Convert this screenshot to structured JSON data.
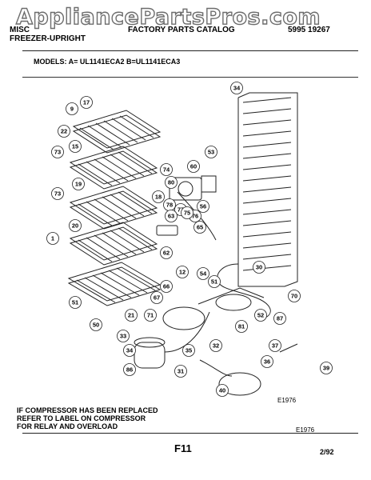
{
  "watermark": "AppliancePartsPros.com",
  "header": {
    "left_line1": "MISC",
    "left_line2": "FREEZER-UPRIGHT",
    "center": "FACTORY PARTS CATALOG",
    "right": "5995 19267"
  },
  "models_line": "MODELS:  A= UL1141ECA2    B=UL1141ECA3",
  "figure_code": "E1976",
  "figure_code_bottom": "E1976",
  "note_lines": [
    "IF COMPRESSOR HAS BEEN REPLACED",
    "REFER TO LABEL ON COMPRESSOR",
    "FOR RELAY AND OVERLOAD"
  ],
  "page_number": "F11",
  "date": "2/92",
  "callouts": [
    "34",
    "17",
    "9",
    "22",
    "15",
    "73",
    "19",
    "53",
    "74",
    "60",
    "80",
    "18",
    "78",
    "77",
    "76",
    "56",
    "63",
    "75",
    "73",
    "20",
    "65",
    "1",
    "62",
    "70",
    "12",
    "30",
    "54",
    "51",
    "66",
    "67",
    "71",
    "21",
    "51",
    "52",
    "81",
    "87",
    "50",
    "33",
    "35",
    "34",
    "32",
    "37",
    "86",
    "31",
    "36",
    "40",
    "39"
  ]
}
